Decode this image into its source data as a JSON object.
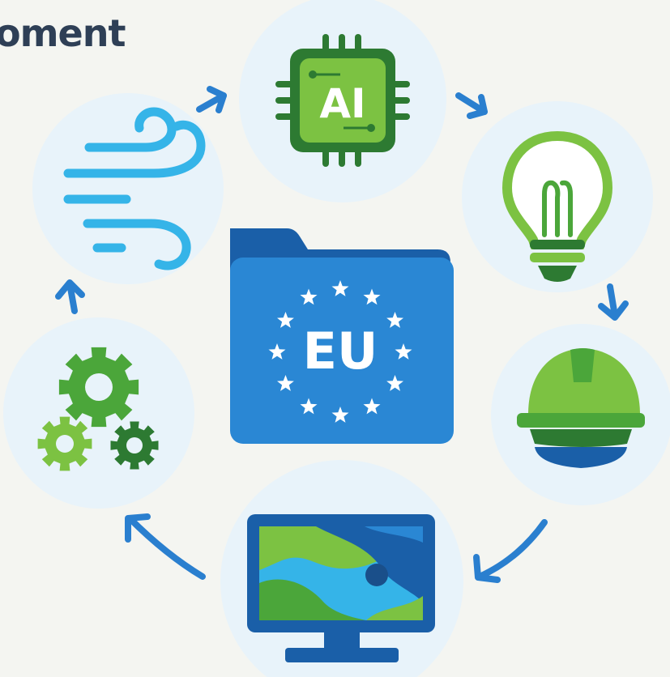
{
  "title": "oment",
  "center": {
    "icon": "folder-icon",
    "label": "EU",
    "star_count": 12
  },
  "cycle_nodes": [
    {
      "icon": "ai-chip-icon",
      "label": "AI"
    },
    {
      "icon": "lightbulb-icon"
    },
    {
      "icon": "hard-hat-icon"
    },
    {
      "icon": "monitor-map-icon"
    },
    {
      "icon": "gears-icon"
    },
    {
      "icon": "wind-icon"
    }
  ],
  "colors": {
    "background": "#f4f5f1",
    "circle": "#e8f3fa",
    "title": "#2e3f56",
    "arrow": "#2a7fcf",
    "folder_back": "#1a5fa8",
    "folder_front": "#2a87d4",
    "green_light": "#7cc242",
    "green_mid": "#4ba63a",
    "green_dark": "#2d7a32",
    "blue_light": "#35b4e8",
    "white": "#ffffff"
  }
}
